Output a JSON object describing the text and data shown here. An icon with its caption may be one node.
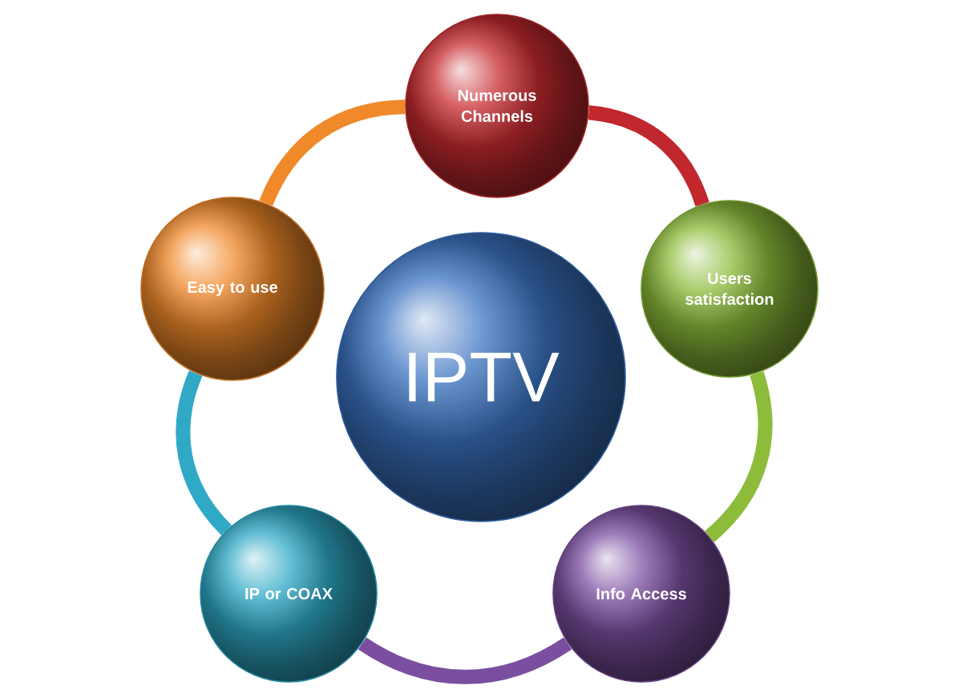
{
  "diagram": {
    "nodes": [
      {
        "text": [
          "Numerous Channels"
        ]
      },
      {
        "text": [
          "Users satisfaction"
        ]
      },
      {
        "text": [
          "Easy to use"
        ]
      },
      {
        "text": [
          "IPTV"
        ]
      },
      {
        "text": [
          "IP or COAX"
        ]
      },
      {
        "text": [
          "Info Access"
        ]
      }
    ],
    "edges": [
      {
        "from": 0,
        "to": 1,
        "arrow": "none",
        "color": "#c0282d"
      },
      {
        "from": 1,
        "to": 5,
        "arrow": "none",
        "color": "#8dbb3a"
      },
      {
        "from": 5,
        "to": 4,
        "arrow": "none",
        "color": "#7b4fa0"
      },
      {
        "from": 4,
        "to": 2,
        "arrow": "none",
        "color": "#2fa9c6"
      },
      {
        "from": 2,
        "to": 0,
        "arrow": "none",
        "color": "#f0892a"
      }
    ]
  }
}
